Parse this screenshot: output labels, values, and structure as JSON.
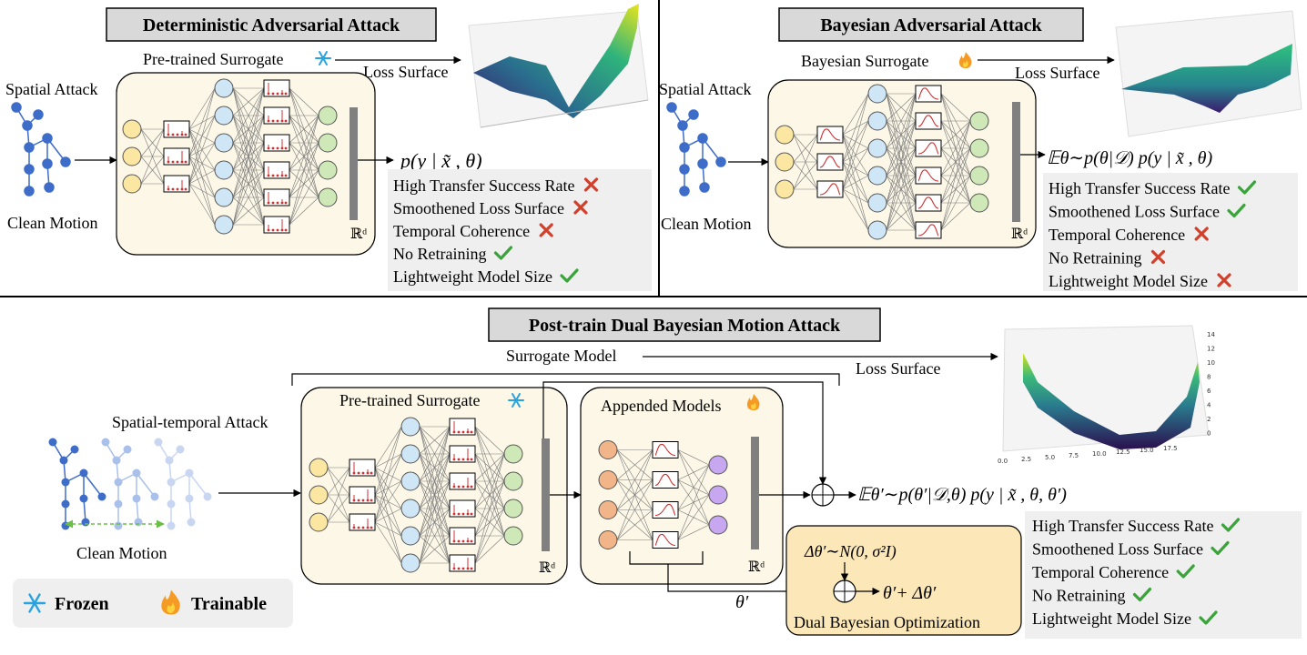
{
  "colors": {
    "yellow_node": "#fbe6a2",
    "blue_node": "#cfe6f7",
    "green_node": "#cfe8b7",
    "orange_node": "#f2b58a",
    "purple_node": "#c6a7f0",
    "panel_bg": "#fcf7e6",
    "title_bg": "#d9d9d9",
    "props_bg": "#efefef",
    "opt_bg": "#fbe7b8",
    "joint_blue": "#3e6cc9",
    "check_green": "#3aa33a",
    "cross_red": "#d2402c",
    "edge_gray": "#7a7a7a",
    "bar_gray": "#808080"
  },
  "top_left": {
    "title": "Deterministic Adversarial Attack",
    "surrogate_label": "Pre-trained Surrogate",
    "surrogate_icon": "snowflake-icon",
    "loss_surface": "Loss Surface",
    "spatial_attack": "Spatial Attack",
    "clean_motion": "Clean Motion",
    "output_formula": "p(y | x̃ , θ)",
    "rd_label": "ℝᵈ",
    "properties": [
      {
        "label": "High Transfer Success Rate",
        "status": "cross"
      },
      {
        "label": "Smoothened Loss Surface",
        "status": "cross"
      },
      {
        "label": "Temporal Coherence",
        "status": "cross"
      },
      {
        "label": "No Retraining",
        "status": "check"
      },
      {
        "label": "Lightweight Model Size",
        "status": "check"
      }
    ]
  },
  "top_right": {
    "title": "Bayesian Adversarial Attack",
    "surrogate_label": "Bayesian Surrogate",
    "surrogate_icon": "fire-icon",
    "loss_surface": "Loss Surface",
    "spatial_attack": "Spatial Attack",
    "clean_motion": "Clean Motion",
    "output_formula": "𝔼θ∼p(θ|𝒟) p(y | x̃ , θ)",
    "rd_label": "ℝᵈ",
    "properties": [
      {
        "label": "High Transfer Success Rate",
        "status": "check"
      },
      {
        "label": "Smoothened Loss Surface",
        "status": "check"
      },
      {
        "label": "Temporal Coherence",
        "status": "cross"
      },
      {
        "label": "No Retraining",
        "status": "cross"
      },
      {
        "label": "Lightweight Model Size",
        "status": "cross"
      }
    ]
  },
  "bottom": {
    "title": "Post-train Dual Bayesian Motion Attack",
    "surrogate_model": "Surrogate Model",
    "loss_surface": "Loss Surface",
    "spatial_temporal_attack": "Spatial-temporal Attack",
    "clean_motion": "Clean Motion",
    "pretrained_label": "Pre-trained Surrogate",
    "appended_label": "Appended Models",
    "rd_label": "ℝᵈ",
    "theta_prime": "θ′",
    "noise_formula": "Δθ′∼N(0, σ²I)",
    "update_formula": "θ′+ Δθ′",
    "dual_opt_label": "Dual Bayesian Optimization",
    "output_formula": "𝔼θ′∼p(θ′|𝒟,θ) p(y | x̃ , θ, θ′)",
    "plot_ticks_y": [
      "14",
      "12",
      "10",
      "8",
      "6",
      "4",
      "2",
      "0"
    ],
    "plot_ticks_x": [
      "0.0",
      "2.5",
      "5.0",
      "7.5",
      "10.0",
      "12.5",
      "15.0",
      "17.5"
    ],
    "properties": [
      {
        "label": "High Transfer Success Rate",
        "status": "check"
      },
      {
        "label": "Smoothened Loss Surface",
        "status": "check"
      },
      {
        "label": "Temporal Coherence",
        "status": "check"
      },
      {
        "label": "No Retraining",
        "status": "check"
      },
      {
        "label": "Lightweight Model Size",
        "status": "check"
      }
    ]
  },
  "legend": {
    "frozen_icon": "snowflake-icon",
    "frozen_label": "Frozen",
    "trainable_icon": "fire-icon",
    "trainable_label": "Trainable"
  }
}
